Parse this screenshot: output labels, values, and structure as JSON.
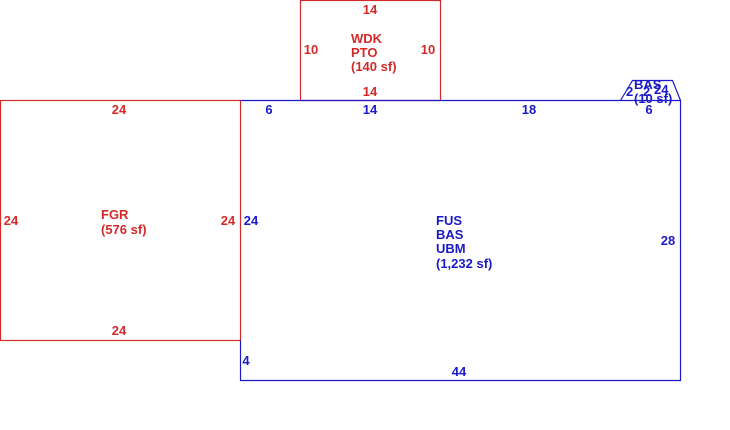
{
  "colors": {
    "red": "#d42a2a",
    "blue": "#1a1ac8"
  },
  "areas": {
    "wdk": {
      "code1": "WDK",
      "code2": "PTO",
      "area": "(140 sf)",
      "top": "14",
      "bottom": "14",
      "left": "10",
      "right": "10"
    },
    "fgr": {
      "code": "FGR",
      "area": "(576 sf)",
      "top": "24",
      "bottom": "24",
      "left": "24",
      "right": "24"
    },
    "main": {
      "code1": "FUS",
      "code2": "BAS",
      "code3": "UBM",
      "area": "(1,232 sf)",
      "top_left": "6",
      "top_mid": "14",
      "top_right": "18",
      "top_corner": "6",
      "left_upper": "24",
      "left_lower": "4",
      "right": "28",
      "bottom": "44"
    },
    "bas_small": {
      "code": "BAS",
      "area": "(10 sf)",
      "side_left": "2",
      "side_mid": "2",
      "side_right": "24"
    }
  }
}
